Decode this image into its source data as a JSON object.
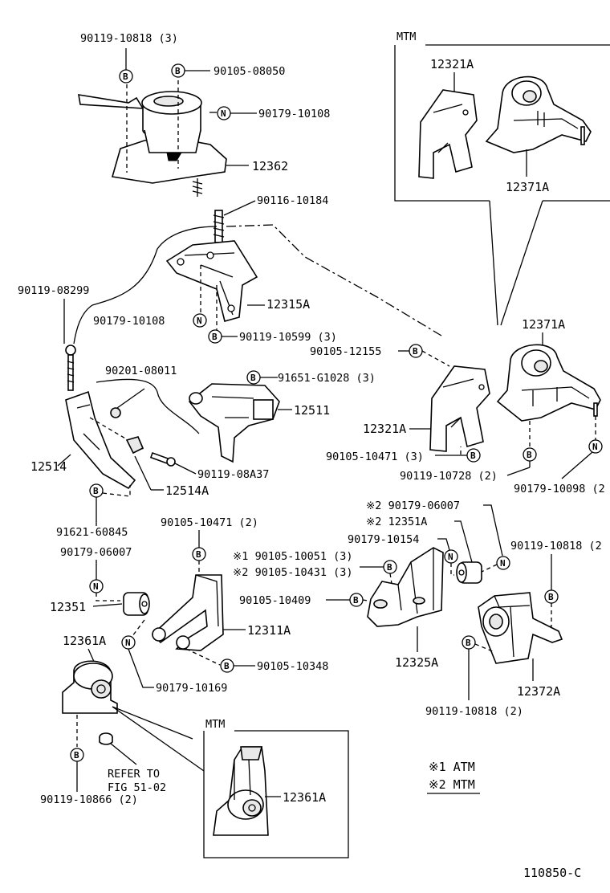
{
  "callouts": {
    "b_90119_10818_3": "90119-10818 (3)",
    "b_90105_08050": "90105-08050",
    "n_90179_10108_top": "90179-10108",
    "p_12362": "12362",
    "p_90116_10184": "90116-10184",
    "p_90119_08299": "90119-08299",
    "p_12315A": "12315A",
    "n_90179_10108_mid": "90179-10108",
    "b_90119_10599_3": "90119-10599 (3)",
    "p_90201_08011": "90201-08011",
    "b_91651_G1028_3": "91651-G1028 (3)",
    "p_12511": "12511",
    "p_12514": "12514",
    "p_12514A": "12514A",
    "p_90119_08A37": "90119-08A37",
    "b_91621_60845": "91621-60845",
    "n_90179_06007": "90179-06007",
    "p_12351": "12351",
    "p_12361A": "12361A",
    "b_90105_10471_2": "90105-10471 (2)",
    "b_90105_10051_3": "※1 90105-10051 (3)",
    "b_90105_10431_3": "※2 90105-10431 (3)",
    "b_90105_10409": "90105-10409",
    "p_12311A": "12311A",
    "b_90105_10348": "90105-10348",
    "n_90179_10169": "90179-10169",
    "b_90119_10866_2": "90119-10866 (2)",
    "refer_line1": "REFER TO",
    "refer_line2": "FIG 51-02",
    "b_90105_12155": "90105-12155",
    "p_12371A": "12371A",
    "p_12321A": "12321A",
    "b_90105_10471_3": "90105-10471 (3)",
    "b_90119_10728_2": "90119-10728 (2)",
    "n_90179_10098_2": "90179-10098 (2",
    "n_90179_06007_mtm": "※2 90179-06007",
    "p_12351A": "※2  12351A",
    "n_90179_10154": "90179-10154",
    "b_90119_10818_2_top": "90119-10818 (2",
    "p_12325A": "12325A",
    "p_12372A": "12372A",
    "b_90119_10818_2_bot": "90119-10818 (2)"
  },
  "inset_top": {
    "title": "MTM",
    "p_12321A": "12321A",
    "p_12371A": "12371A"
  },
  "inset_bottom": {
    "title": "MTM",
    "p_12361A": "12361A"
  },
  "legend": {
    "note1": "※1 ATM",
    "note2": "※2 MTM"
  },
  "figure_code": "110850-C",
  "markers": {
    "bolt": "B",
    "nut": "N"
  }
}
